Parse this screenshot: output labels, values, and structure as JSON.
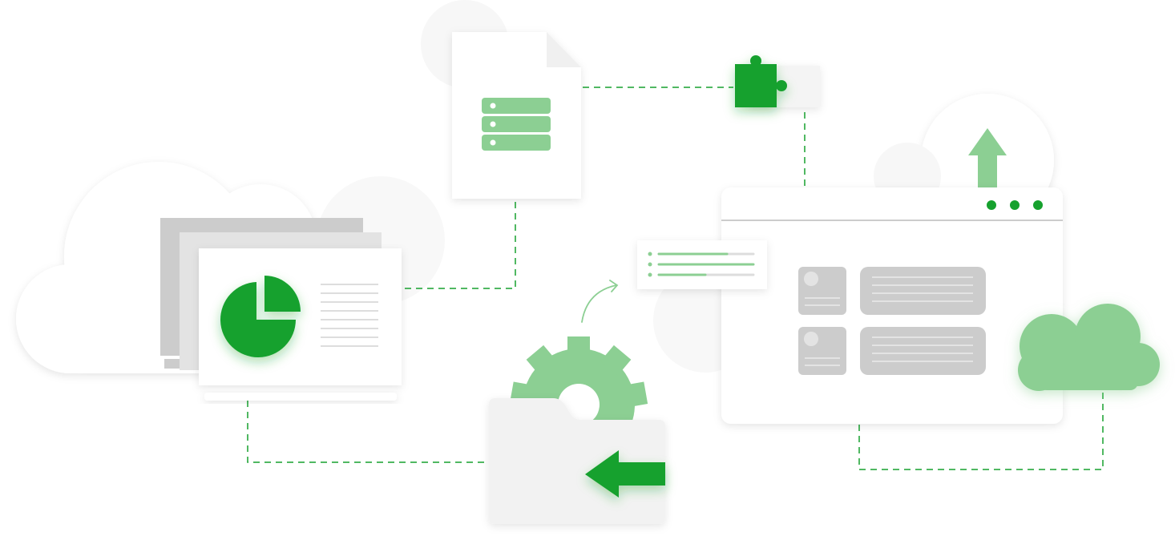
{
  "colors": {
    "green": "#16a12e",
    "light_green": "#8ccf93",
    "grey_panel": "#f2f2f2",
    "grey_mid": "#cccccc",
    "grey_line": "#dddddd",
    "white": "#ffffff"
  },
  "icons": [
    "cloud-icon",
    "document-stack-icon",
    "pie-chart-icon",
    "server-file-icon",
    "puzzle-piece-icon",
    "browser-window-icon",
    "upload-arrow-icon",
    "gear-icon",
    "folder-icon",
    "import-arrow-icon",
    "list-card-icon",
    "curved-arrow-icon",
    "green-cloud-icon"
  ],
  "connections": [
    "documents-to-server-file",
    "server-file-to-puzzle",
    "puzzle-to-browser",
    "documents-to-folder",
    "browser-to-green-cloud"
  ]
}
